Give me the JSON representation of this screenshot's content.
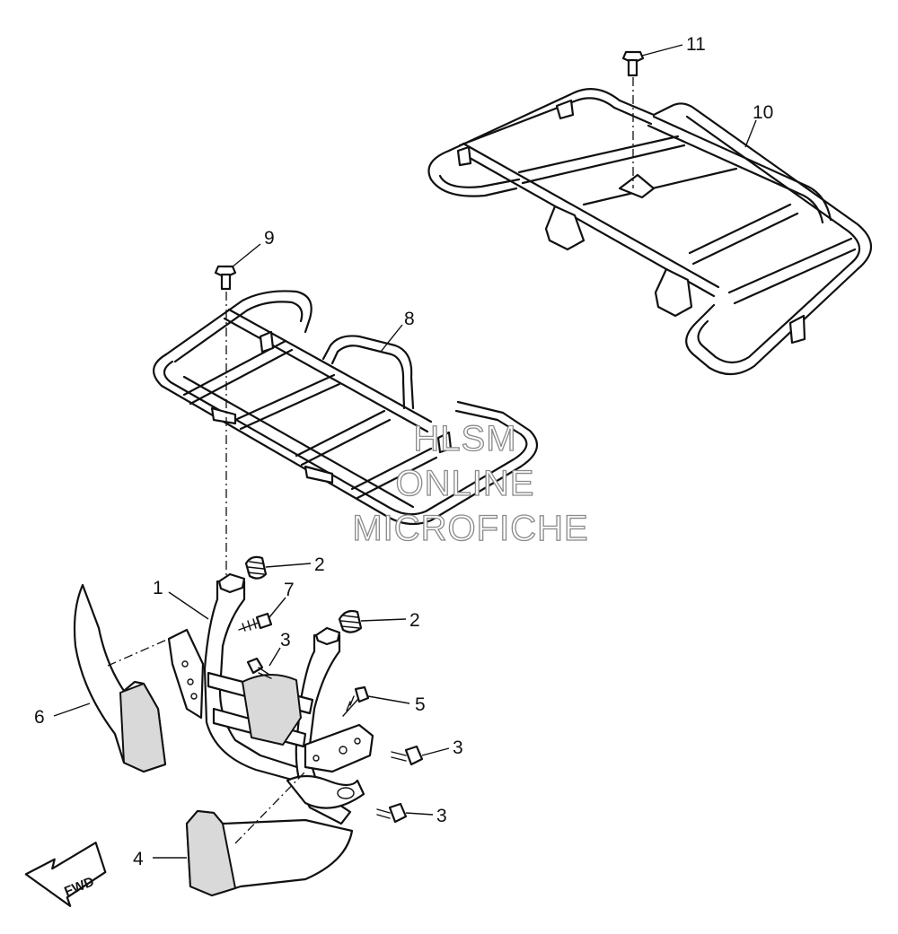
{
  "watermark": {
    "line1": "HLSM",
    "line2": "ONLINE",
    "line3": "MICROFICHE"
  },
  "fwd_label": "FWD",
  "callouts": {
    "c1": "1",
    "c2a": "2",
    "c2b": "2",
    "c3a": "3",
    "c3b": "3",
    "c3c": "3",
    "c4": "4",
    "c5": "5",
    "c6": "6",
    "c7": "7",
    "c8": "8",
    "c9": "9",
    "c10": "10",
    "c11": "11"
  }
}
